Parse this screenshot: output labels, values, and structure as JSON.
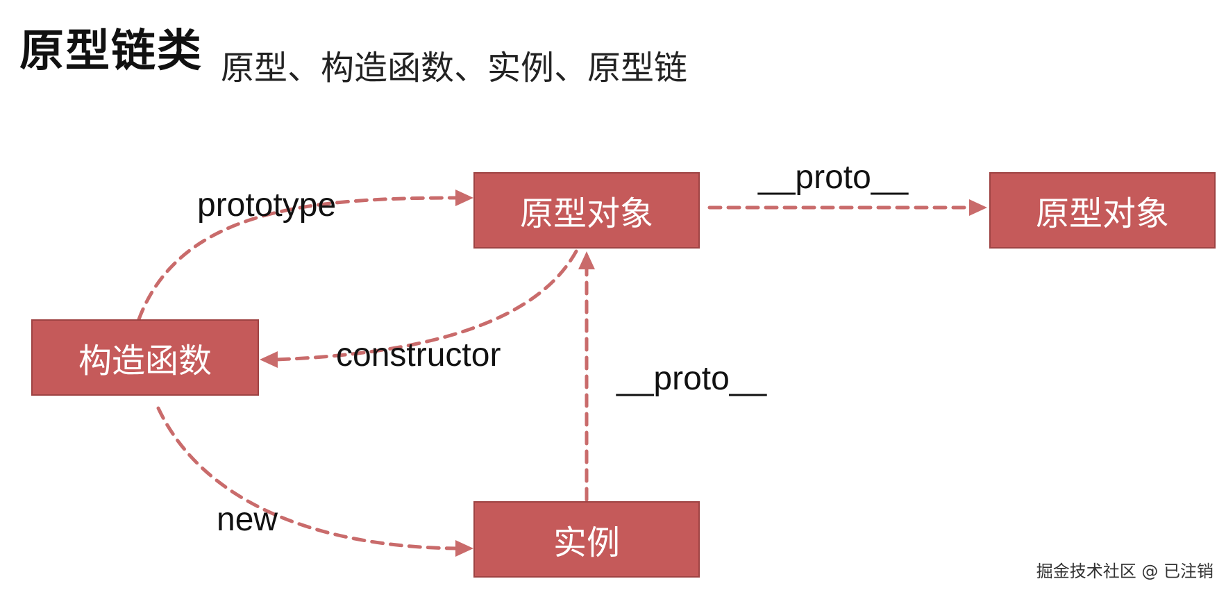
{
  "header": {
    "title": "原型链类",
    "subtitle": "原型、构造函数、实例、原型链"
  },
  "nodes": {
    "constructor_box": "构造函数",
    "prototype_object": "原型对象",
    "prototype_object_parent": "原型对象",
    "instance": "实例"
  },
  "edge_labels": {
    "prototype": "prototype",
    "constructor": "constructor",
    "new": "new",
    "proto_instance": "__proto__",
    "proto_chain": "__proto__"
  },
  "watermark": "掘金技术社区 @ 已注销",
  "colors": {
    "box_fill": "#c55a5a",
    "box_border": "#9e4343",
    "edge": "#c96b6b"
  }
}
